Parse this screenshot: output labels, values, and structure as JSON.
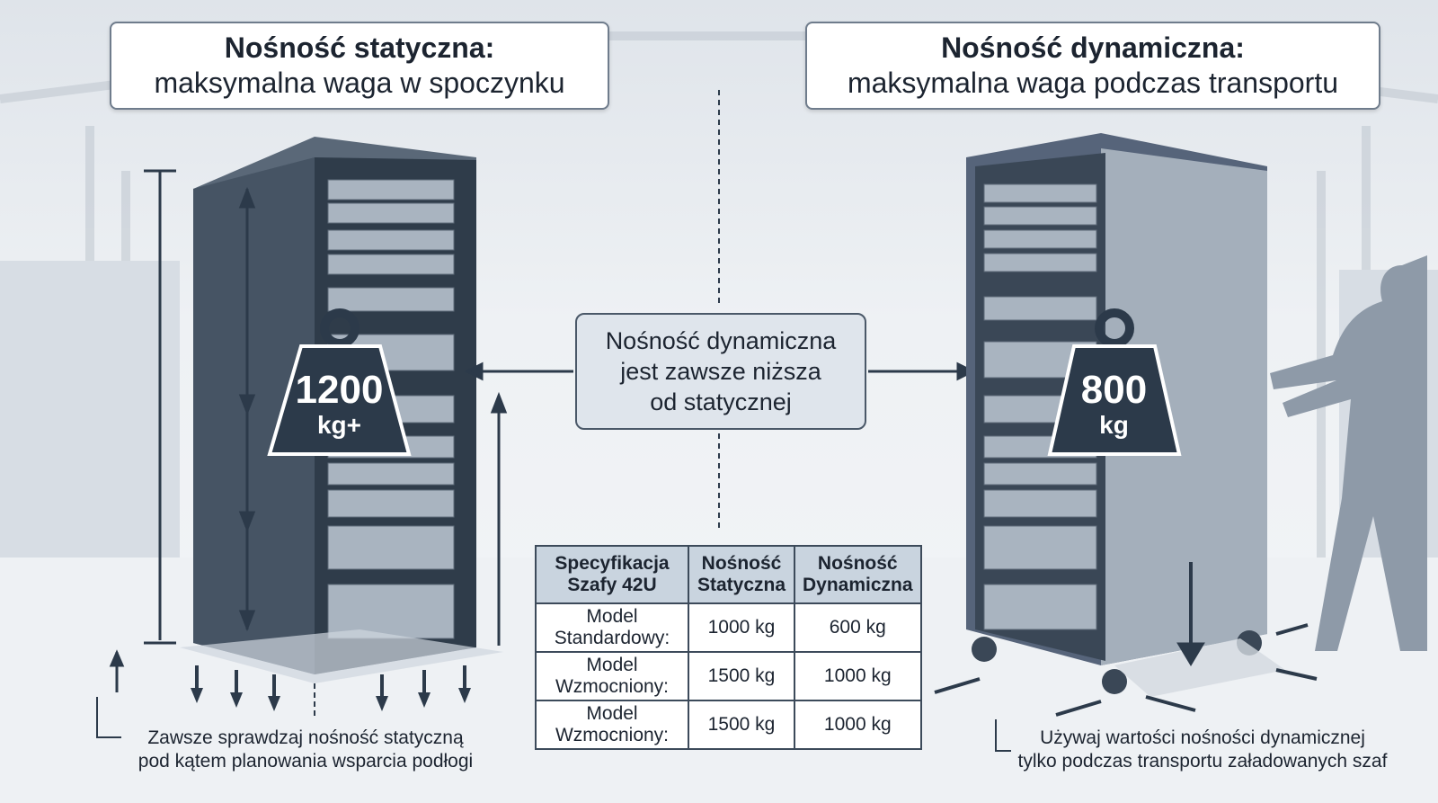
{
  "left_title": {
    "bold": "Nośność statyczna:",
    "sub": "maksymalna waga w spoczynku"
  },
  "right_title": {
    "bold": "Nośność dynamiczna:",
    "sub": "maksymalna waga podczas transportu"
  },
  "left_weight": {
    "value": "1200",
    "unit": "kg+"
  },
  "right_weight": {
    "value": "800",
    "unit": "kg"
  },
  "callout": {
    "line1": "Nośność dynamiczna",
    "line2": "jest zawsze niższa",
    "line3": "od statycznej"
  },
  "table": {
    "headers": [
      "Specyfikacja Szafy 42U",
      "Nośność Statyczna",
      "Nośność Dynamiczna"
    ],
    "rows": [
      [
        "Model Standardowy:",
        "1000 kg",
        "600 kg"
      ],
      [
        "Model Wzmocniony:",
        "1500 kg",
        "1000 kg"
      ],
      [
        "Model Wzmocniony:",
        "1500 kg",
        "1000 kg"
      ]
    ]
  },
  "left_caption": {
    "line1": "Zawsze sprawdzaj nośność statyczną",
    "line2": "pod kątem planowania wsparcia podłogi"
  },
  "right_caption": {
    "line1": "Używaj wartości nośności dynamicznej",
    "line2": "tylko podczas transportu załadowanych szaf"
  },
  "colors": {
    "dark": "#2c3a4a",
    "rack": "#4a5868",
    "header_bg": "#c9d4df"
  }
}
